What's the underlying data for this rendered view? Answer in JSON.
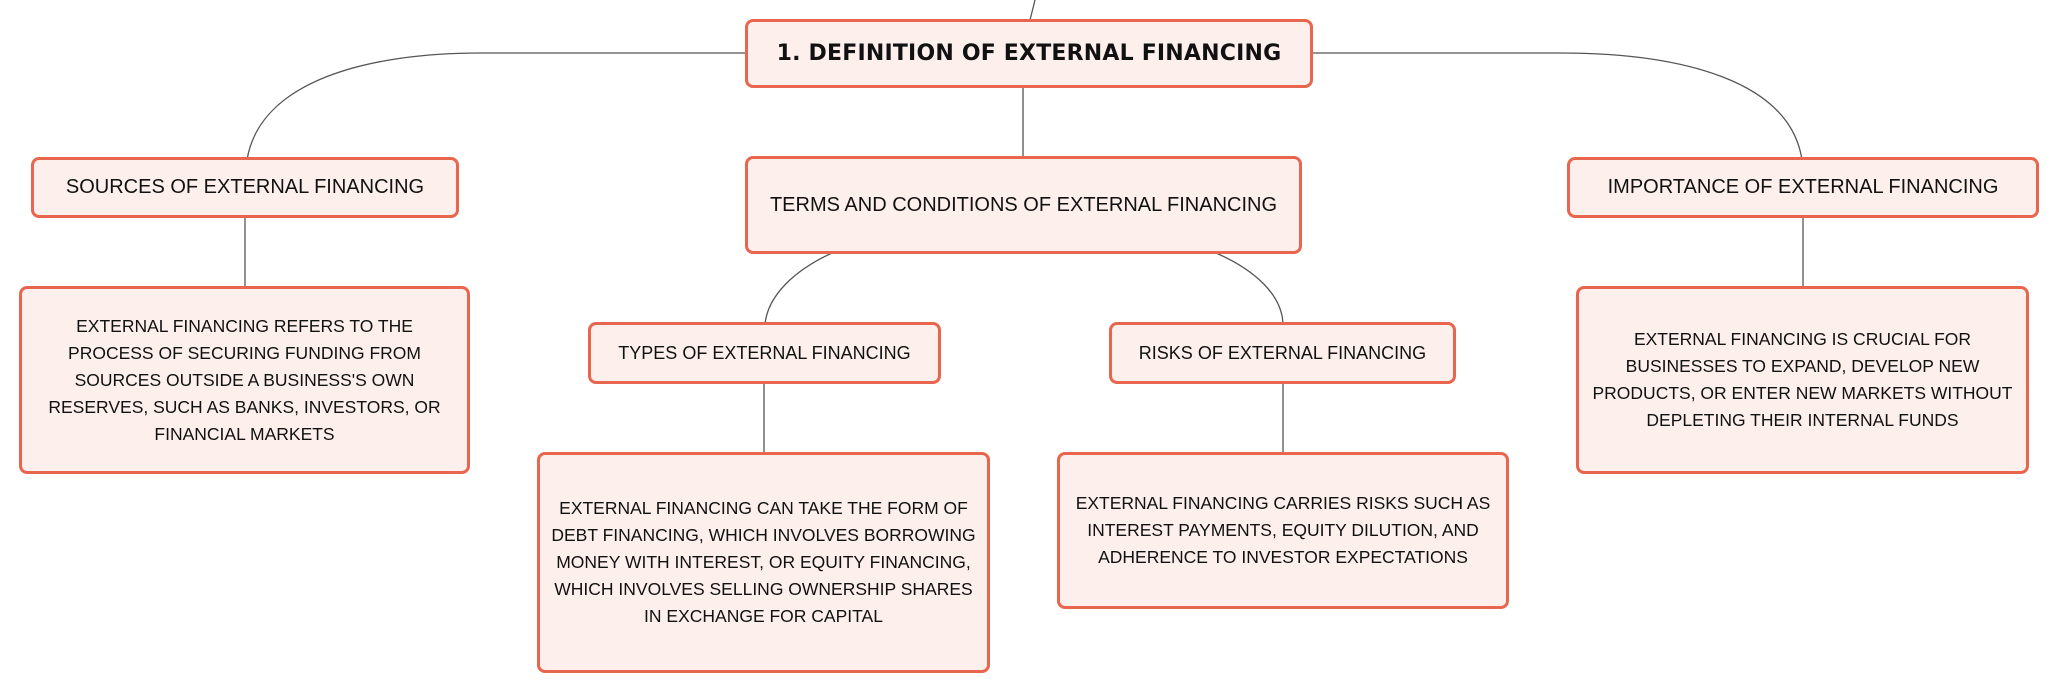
{
  "diagram": {
    "root": {
      "label": "1. DEFINITION OF EXTERNAL FINANCING"
    },
    "sources": {
      "label": "SOURCES OF EXTERNAL FINANCING",
      "detail": "EXTERNAL FINANCING REFERS TO THE PROCESS OF SECURING FUNDING FROM SOURCES OUTSIDE A BUSINESS'S OWN RESERVES, SUCH AS BANKS, INVESTORS, OR FINANCIAL MARKETS"
    },
    "terms": {
      "label": "TERMS AND CONDITIONS OF EXTERNAL FINANCING",
      "types": {
        "label": "TYPES OF EXTERNAL FINANCING",
        "detail": "EXTERNAL FINANCING CAN TAKE THE FORM OF DEBT FINANCING, WHICH INVOLVES BORROWING MONEY WITH INTEREST, OR EQUITY FINANCING, WHICH INVOLVES SELLING OWNERSHIP SHARES IN EXCHANGE FOR CAPITAL"
      },
      "risks": {
        "label": "RISKS OF EXTERNAL FINANCING",
        "detail": "EXTERNAL FINANCING CARRIES RISKS SUCH AS INTEREST PAYMENTS, EQUITY DILUTION, AND ADHERENCE TO INVESTOR EXPECTATIONS"
      }
    },
    "importance": {
      "label": "IMPORTANCE OF EXTERNAL FINANCING",
      "detail": "EXTERNAL FINANCING IS CRUCIAL FOR BUSINESSES TO EXPAND, DEVELOP NEW PRODUCTS, OR ENTER NEW MARKETS WITHOUT DEPLETING THEIR INTERNAL FUNDS"
    }
  },
  "colors": {
    "node_border": "#e8654e",
    "node_fill": "#fdf0ec",
    "connector": "#555555"
  }
}
